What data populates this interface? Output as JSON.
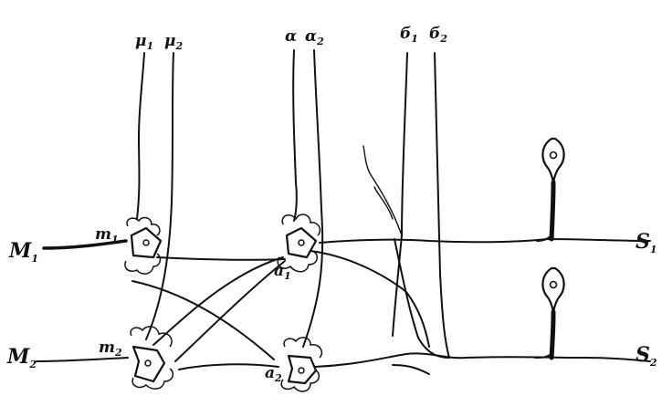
{
  "labels": {
    "mu1": {
      "main": "μ",
      "sub": "1"
    },
    "mu2": {
      "main": "μ",
      "sub": "2"
    },
    "alpha": {
      "main": "α",
      "sub": ""
    },
    "alpha2": {
      "main": "α",
      "sub": "2"
    },
    "b1": {
      "main": "б",
      "sub": "1"
    },
    "b2": {
      "main": "б",
      "sub": "2"
    },
    "M1": {
      "main": "M",
      "sub": "1"
    },
    "M2": {
      "main": "M",
      "sub": "2"
    },
    "S1": {
      "main": "S",
      "sub": "1"
    },
    "S2": {
      "main": "S",
      "sub": "2"
    },
    "m1": {
      "main": "m",
      "sub": "1"
    },
    "m2": {
      "main": "m",
      "sub": "2"
    },
    "a1": {
      "main": "a",
      "sub": "1"
    },
    "a2": {
      "main": "a",
      "sub": "2"
    }
  }
}
